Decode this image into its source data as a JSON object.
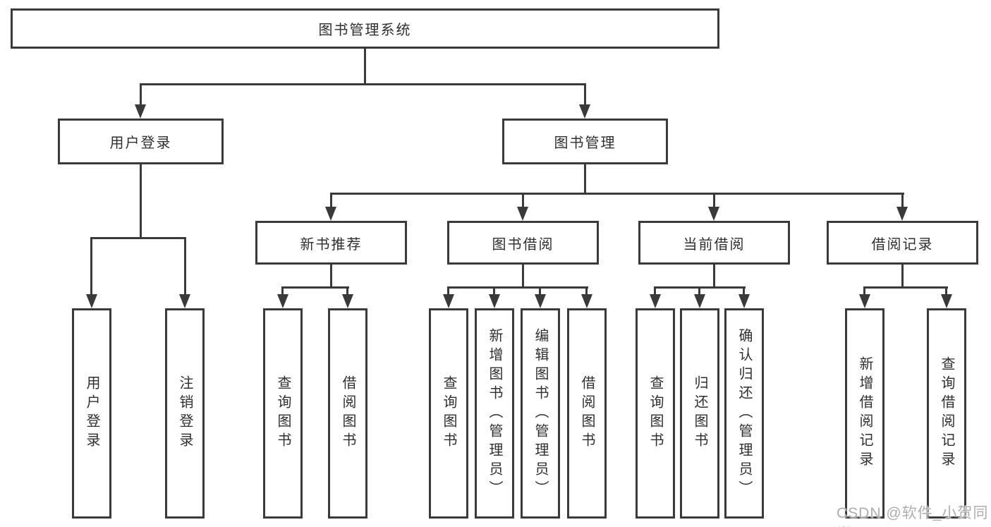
{
  "diagram": {
    "title": "图书管理系统",
    "level2": {
      "user_login": "用户登录",
      "book_mgmt": "图书管理"
    },
    "level3": {
      "new_books": "新书推荐",
      "book_borrow": "图书借阅",
      "current_borrow": "当前借阅",
      "borrow_records": "借阅记录"
    },
    "leaves": {
      "login": "用户登录",
      "logout": "注销登录",
      "nb_query_books": "查询图书",
      "nb_borrow_books": "借阅图书",
      "bb_query_books": "查询图书",
      "bb_add_books": "新增图书（管理员）",
      "bb_edit_books": "编辑图书（管理员）",
      "bb_borrow_books": "借阅图书",
      "cb_query_books": "查询图书",
      "cb_return_books": "归还图书",
      "cb_confirm_return": "确认归还（管理员）",
      "br_add_record": "新增借阅记录",
      "br_query_record": "查询借阅记录"
    }
  },
  "watermark": "CSDN @软件_小贺同学",
  "colors": {
    "line": "#3a3a3a",
    "text": "#2f2f2f",
    "watermark": "#adadad",
    "background": "#ffffff"
  }
}
